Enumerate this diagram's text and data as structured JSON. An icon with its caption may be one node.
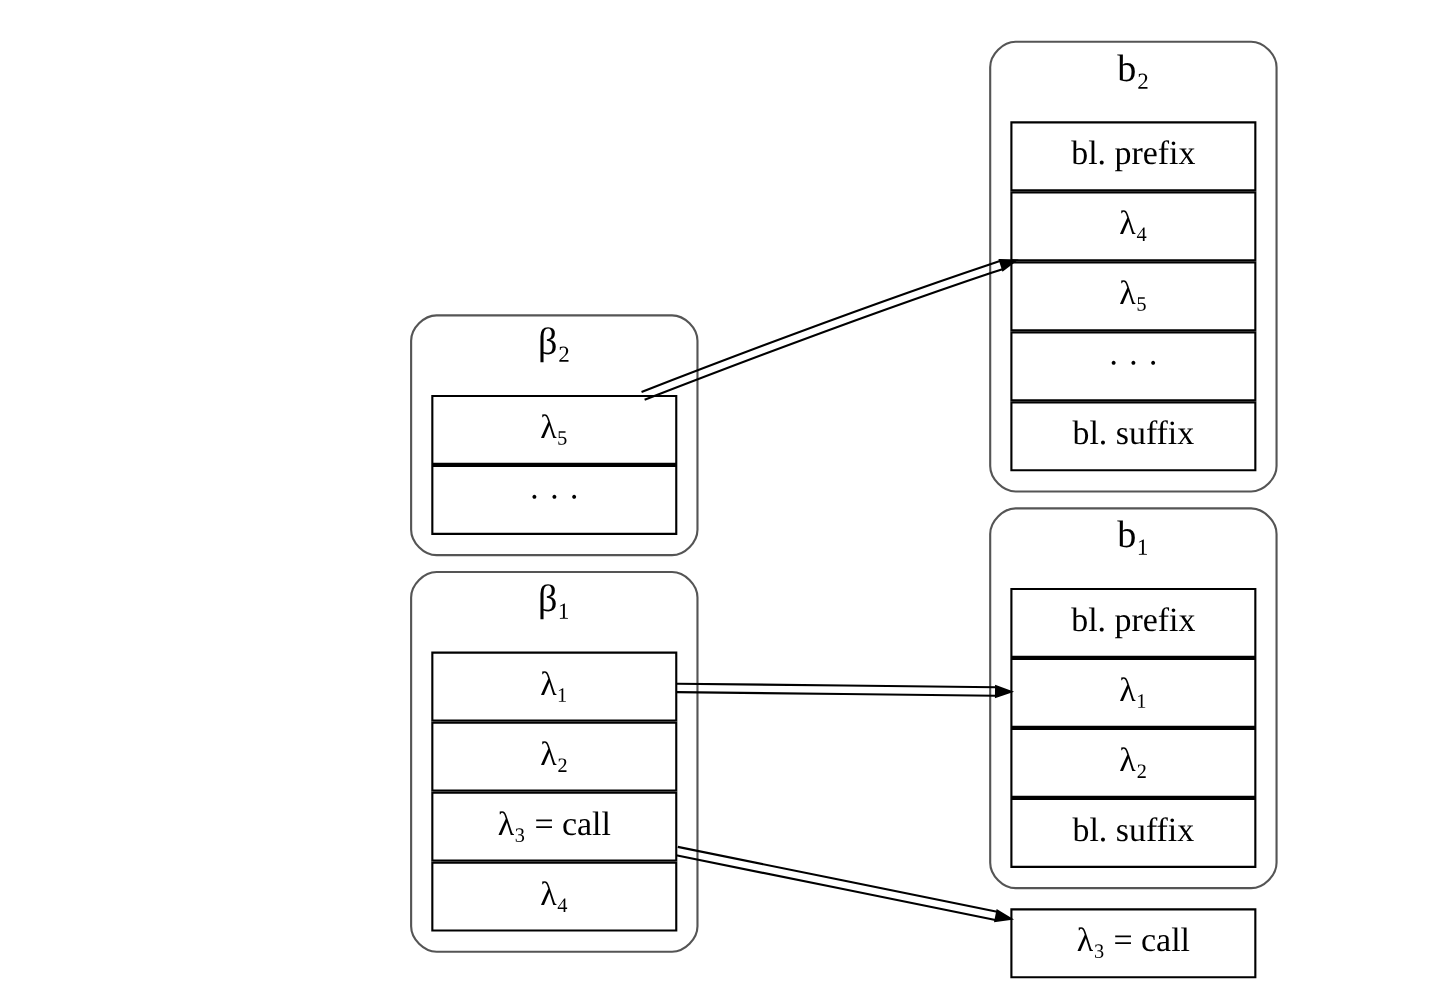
{
  "diagram": {
    "nodes": [
      {
        "text": [
          "β₁"
        ]
      },
      {
        "text": [
          "λ₁"
        ],
        "in": 0
      },
      {
        "text": [
          "λ₂"
        ],
        "in": 0
      },
      {
        "text": [
          "λ₃ = call"
        ],
        "in": 0
      },
      {
        "text": [
          "λ₄"
        ],
        "in": 0
      },
      {
        "text": [
          "β₂"
        ]
      },
      {
        "text": [
          "λ₅"
        ],
        "in": 5
      },
      {
        "text": [
          "· · ·"
        ],
        "in": 5
      },
      {
        "text": [
          "b₁"
        ]
      },
      {
        "text": [
          "bl. prefix"
        ],
        "in": 8
      },
      {
        "text": [
          "λ₁"
        ],
        "in": 8
      },
      {
        "text": [
          "λ₂"
        ],
        "in": 8
      },
      {
        "text": [
          "bl. suffix"
        ],
        "in": 8
      },
      {
        "text": [
          "λ₃ = call"
        ]
      },
      {
        "text": [
          "b₂"
        ]
      },
      {
        "text": [
          "bl. prefix"
        ],
        "in": 14
      },
      {
        "text": [
          "λ₄"
        ],
        "in": 14
      },
      {
        "text": [
          "λ₅"
        ],
        "in": 14
      },
      {
        "text": [
          "· · ·"
        ],
        "in": 14
      },
      {
        "text": [
          "bl. suffix"
        ],
        "in": 14
      }
    ],
    "edges": [
      {
        "from": 1,
        "to": 10,
        "arrow": "to"
      },
      {
        "from": 3,
        "to": 13,
        "arrow": "to"
      },
      {
        "from": 6,
        "to": 16,
        "arrow": "to"
      }
    ]
  }
}
